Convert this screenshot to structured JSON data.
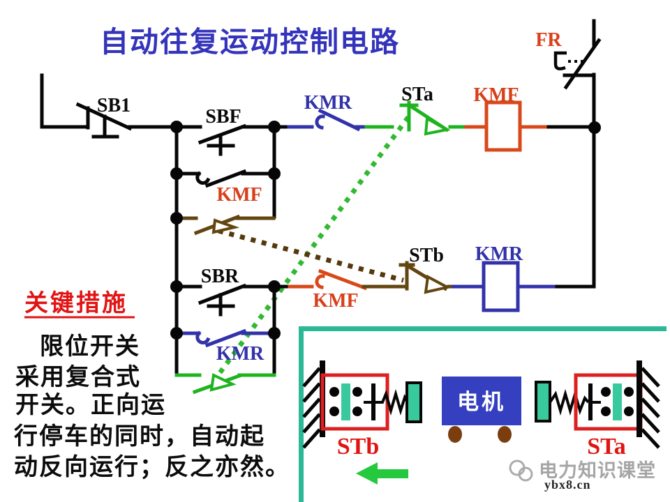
{
  "title": "自动往复运动控制电路",
  "colors": {
    "title_blue": "#3434bb",
    "kmr_blue": "#3232aa",
    "kmf_orange": "#d8481a",
    "accent_red": "#e11414",
    "limit_green": "#1fb41f",
    "limit_brown": "#63460f",
    "inset_teal": "#2bb897",
    "block_teal": "#38ca9d",
    "motor_blue": "#3440c0",
    "wheel_brown": "#7a3e0e",
    "watermark_gray": "#a5a5a5"
  },
  "circuit": {
    "fr_label": "FR",
    "sb1_label": "SB1",
    "sbf_label": "SBF",
    "sbr_label": "SBR",
    "kmr_nc_label": "KMR",
    "sta_switch_label": "STa",
    "kmf_coil_label": "KMF",
    "kmf_selfhold_label": "KMF",
    "kmr_selfhold_label": "KMR",
    "kmf_nc_label": "KMF",
    "stb_switch_label": "STb",
    "kmr_coil_label": "KMR"
  },
  "notes": {
    "heading": "关键措施",
    "lines": [
      "限位开关",
      "采用复合式",
      "开关。正向运",
      "行停车的同时，自动起",
      "动反向运行；反之亦然。"
    ]
  },
  "inset": {
    "motor_label": "电机",
    "left_switch_label": "STb",
    "right_switch_label": "STa"
  },
  "watermark": {
    "brand": "电力知识课堂",
    "site": "ybx8.cn"
  }
}
